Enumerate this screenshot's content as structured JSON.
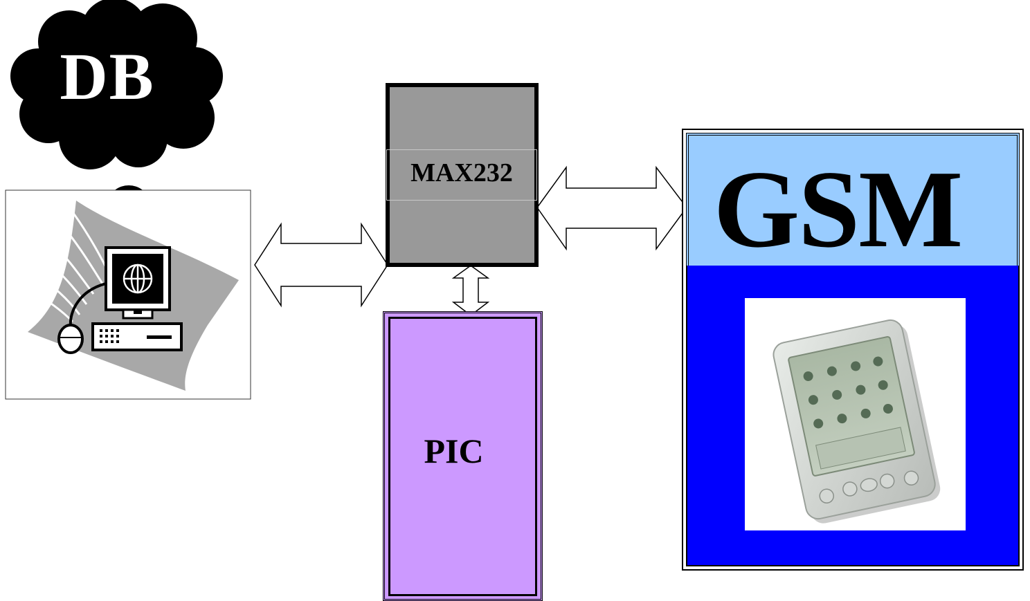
{
  "diagram": {
    "db_label": "DB",
    "max_label": "MAX232",
    "pic_label": "PIC",
    "gsm_label": "GSM"
  },
  "colors": {
    "max_fill": "#999999",
    "pic_fill": "#cc99ff",
    "gsm_top_fill": "#99ccff",
    "gsm_bottom_fill": "#0000ff"
  },
  "icons": [
    "cloud-icon",
    "computer-icon",
    "globe-icon",
    "handheld-device-icon",
    "double-arrow-icon"
  ]
}
